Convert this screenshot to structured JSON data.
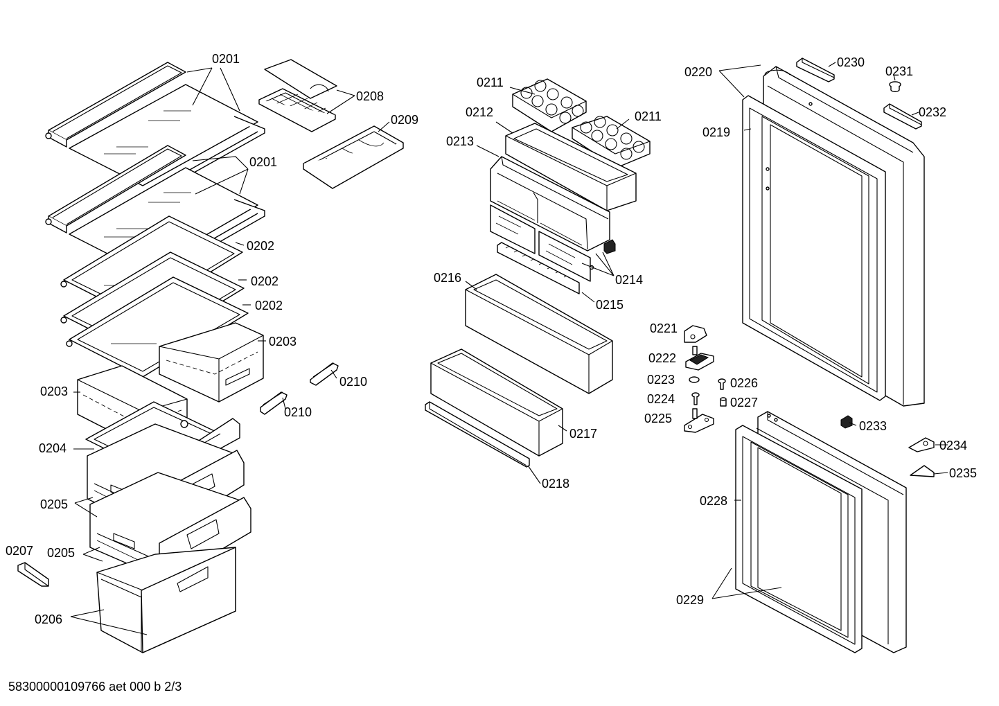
{
  "labels": {
    "p0201a": "0201",
    "p0201b": "0201",
    "p0202a": "0202",
    "p0202b": "0202",
    "p0202c": "0202",
    "p0203a": "0203",
    "p0203b": "0203",
    "p0204": "0204",
    "p0205a": "0205",
    "p0205b": "0205",
    "p0206": "0206",
    "p0207": "0207",
    "p0208": "0208",
    "p0209": "0209",
    "p0210a": "0210",
    "p0210b": "0210",
    "p0211a": "0211",
    "p0211b": "0211",
    "p0212": "0212",
    "p0213": "0213",
    "p0214": "0214",
    "p0215": "0215",
    "p0216": "0216",
    "p0217": "0217",
    "p0218": "0218",
    "p0219": "0219",
    "p0220": "0220",
    "p0221": "0221",
    "p0222": "0222",
    "p0223": "0223",
    "p0224": "0224",
    "p0225": "0225",
    "p0226": "0226",
    "p0227": "0227",
    "p0228": "0228",
    "p0229": "0229",
    "p0230": "0230",
    "p0231": "0231",
    "p0232": "0232",
    "p0233": "0233",
    "p0234": "0234",
    "p0235": "0235"
  },
  "document_code": "58300000109766 aet 000 b 2/3"
}
